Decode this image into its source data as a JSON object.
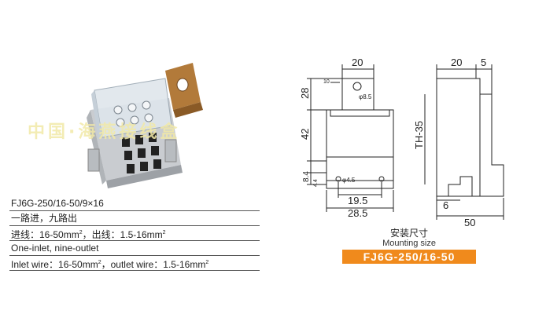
{
  "product_photo": {
    "watermark": "中国·海燕接线盒"
  },
  "spec": {
    "model": "FJ6G-250/16-50/9×16",
    "cn_description": "一路进，九路出",
    "cn_wires_prefix": "进线：16-50mm",
    "cn_wires_mid": "，出线：1.5-16mm",
    "en_description": "One-inlet, nine-outlet",
    "en_wires_prefix": "Inlet wire：16-50mm",
    "en_wires_mid": "，outlet wire：1.5-16mm",
    "sup": "2"
  },
  "drawing": {
    "front": {
      "width_top": "20",
      "hole_offset": "10",
      "hole_dia": "φ8.5",
      "height_upper": "28",
      "height_middle": "42",
      "height_lower_a": "8.4",
      "height_lower_b": "4.4",
      "mount_hole_dia": "φ4.5",
      "hole_spacing": "19.5",
      "width_bottom": "28.5"
    },
    "side": {
      "width_top": "20",
      "tab_width": "5",
      "rail_label": "TH-35",
      "rail_offset": "6",
      "depth": "50"
    }
  },
  "caption": {
    "title_cn": "安装尺寸",
    "title_en": "Mounting size",
    "model": "FJ6G-250/16-50"
  }
}
